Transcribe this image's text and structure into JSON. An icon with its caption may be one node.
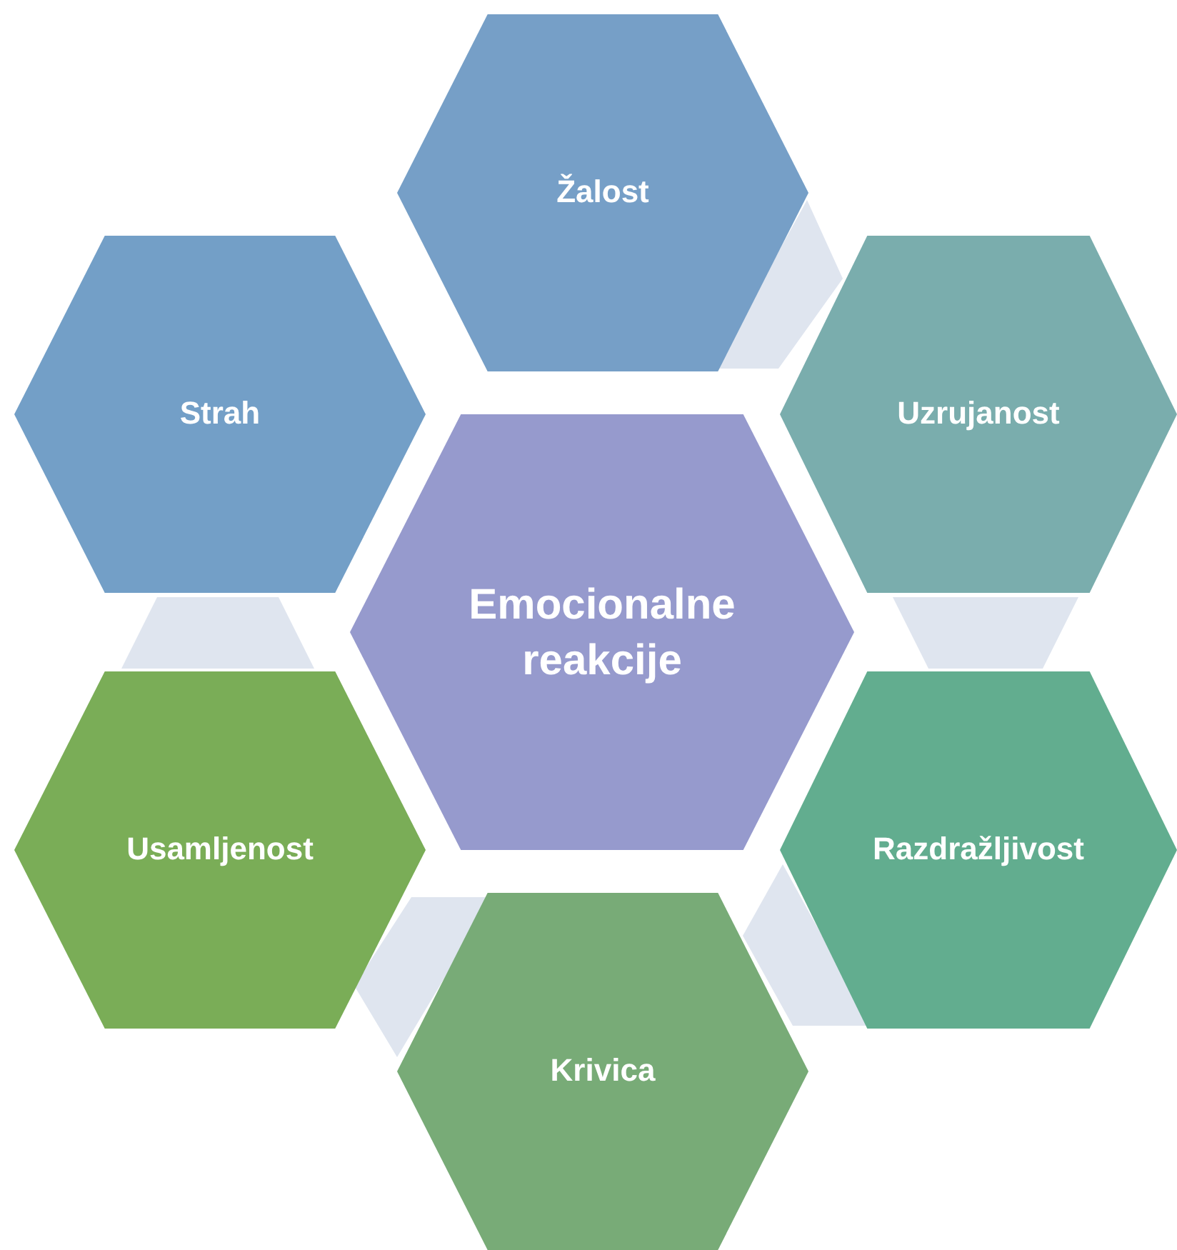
{
  "diagram": {
    "nodes": [
      {
        "text": [
          "Emocionalne reakcije"
        ]
      },
      {
        "text": [
          "Žalost"
        ]
      },
      {
        "text": [
          "Uzrujanost"
        ]
      },
      {
        "text": [
          "Razdražljivost"
        ]
      },
      {
        "text": [
          "Krivica"
        ]
      },
      {
        "text": [
          "Usamljenost"
        ]
      },
      {
        "text": [
          "Strah"
        ]
      }
    ],
    "edges": []
  }
}
